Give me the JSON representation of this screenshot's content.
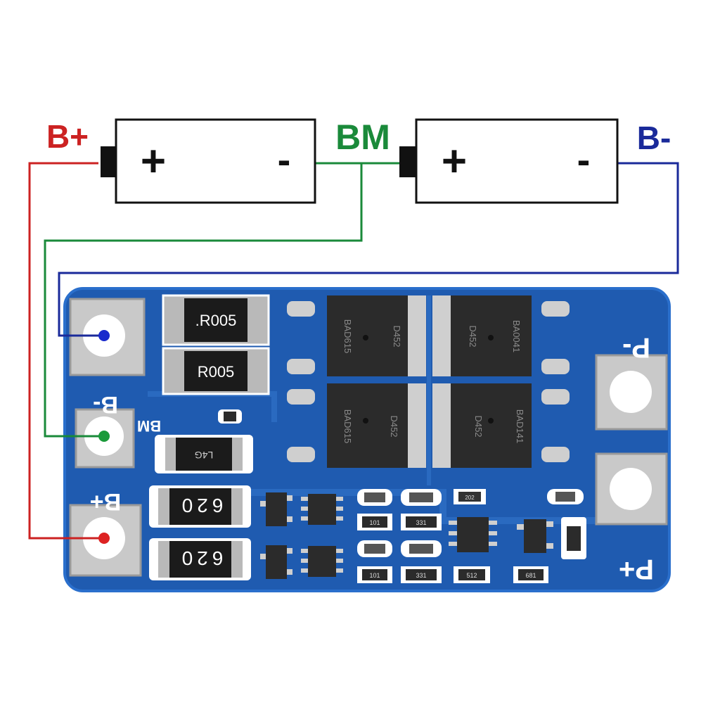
{
  "terminals": {
    "b_plus": "B+",
    "bm": "BM",
    "b_minus": "B-"
  },
  "batteries": [
    {
      "plus": "+",
      "minus": "-"
    },
    {
      "plus": "+",
      "minus": "-"
    }
  ],
  "board": {
    "silk_b_minus": "B-",
    "silk_bm": "BM",
    "silk_b_plus": "B+",
    "silk_p_minus": "P-",
    "silk_p_plus": "P+",
    "resistor_top": ".R005",
    "resistor_bottom": "R005",
    "fuse_top": "620",
    "fuse_bottom": "620",
    "mosfet_1_a": "D452",
    "mosfet_1_b": "BAD615",
    "mosfet_2_a": "D452",
    "mosfet_2_b": "BA0041",
    "mosfet_3_a": "D452",
    "mosfet_3_b": "BAD615",
    "mosfet_4_a": "D452",
    "mosfet_4_b": "BAD141",
    "smd_1": "101",
    "smd_2": "331",
    "smd_3": "101",
    "smd_4": "331",
    "smd_5": "512",
    "smd_6": "202",
    "smd_7": "681",
    "diode": "L4G"
  },
  "colors": {
    "b_plus_wire": "#cc2222",
    "bm_wire": "#1a8a3a",
    "b_minus_wire": "#1a2a9a",
    "pcb": "#1f5bb0",
    "pcb_dark": "#164a96",
    "pad": "#c8c8c8"
  }
}
